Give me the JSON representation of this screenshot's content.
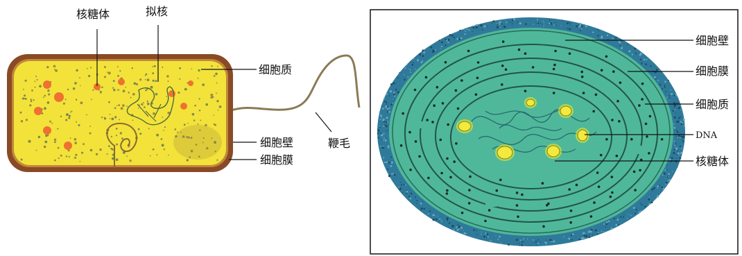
{
  "left_diagram": {
    "labels": {
      "ribosome": "核糖体",
      "nucleoid": "拟核",
      "cytoplasm": "细胞质",
      "cell_wall": "细胞壁",
      "cell_membrane": "细胞膜",
      "flagellum": "鞭毛"
    },
    "colors": {
      "cytoplasm": "#f3e23a",
      "wall": "#8a4a25",
      "ribosome": "#f07030"
    }
  },
  "right_diagram": {
    "labels": {
      "cell_wall": "细胞壁",
      "cell_membrane": "细胞膜",
      "cytoplasm": "细胞质",
      "dna": "DNA",
      "ribosome": "核糖体"
    },
    "colors": {
      "outer": "#2f7a9a",
      "inner": "#4fb89a",
      "spots": "#f2ea3c"
    }
  }
}
